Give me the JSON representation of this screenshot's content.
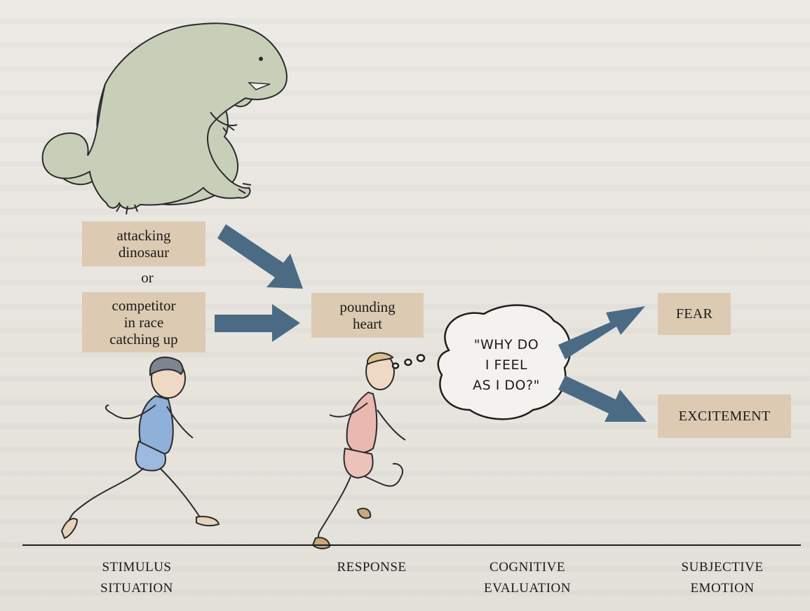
{
  "diagram": {
    "stimulus_boxes": {
      "dinosaur": [
        "attacking",
        "dinosaur"
      ],
      "or": "or",
      "competitor": [
        "competitor",
        "in race",
        "catching up"
      ]
    },
    "response_box": [
      "pounding",
      "heart"
    ],
    "thought_bubble": [
      "\"WHY DO",
      "I FEEL",
      "AS I DO?\""
    ],
    "emotions": {
      "fear": "FEAR",
      "excitement": "EXCITEMENT"
    },
    "stages": [
      [
        "STIMULUS",
        "SITUATION"
      ],
      [
        "RESPONSE"
      ],
      [
        "COGNITIVE",
        "EVALUATION"
      ],
      [
        "SUBJECTIVE",
        "EMOTION"
      ]
    ]
  },
  "colors": {
    "box_fill": "#dccab2",
    "arrow": "#4b6b85",
    "dinosaur": "#c7cfb9",
    "runner1_shirt": "#8fb0d8",
    "runner2_shirt": "#e9b8b0"
  }
}
